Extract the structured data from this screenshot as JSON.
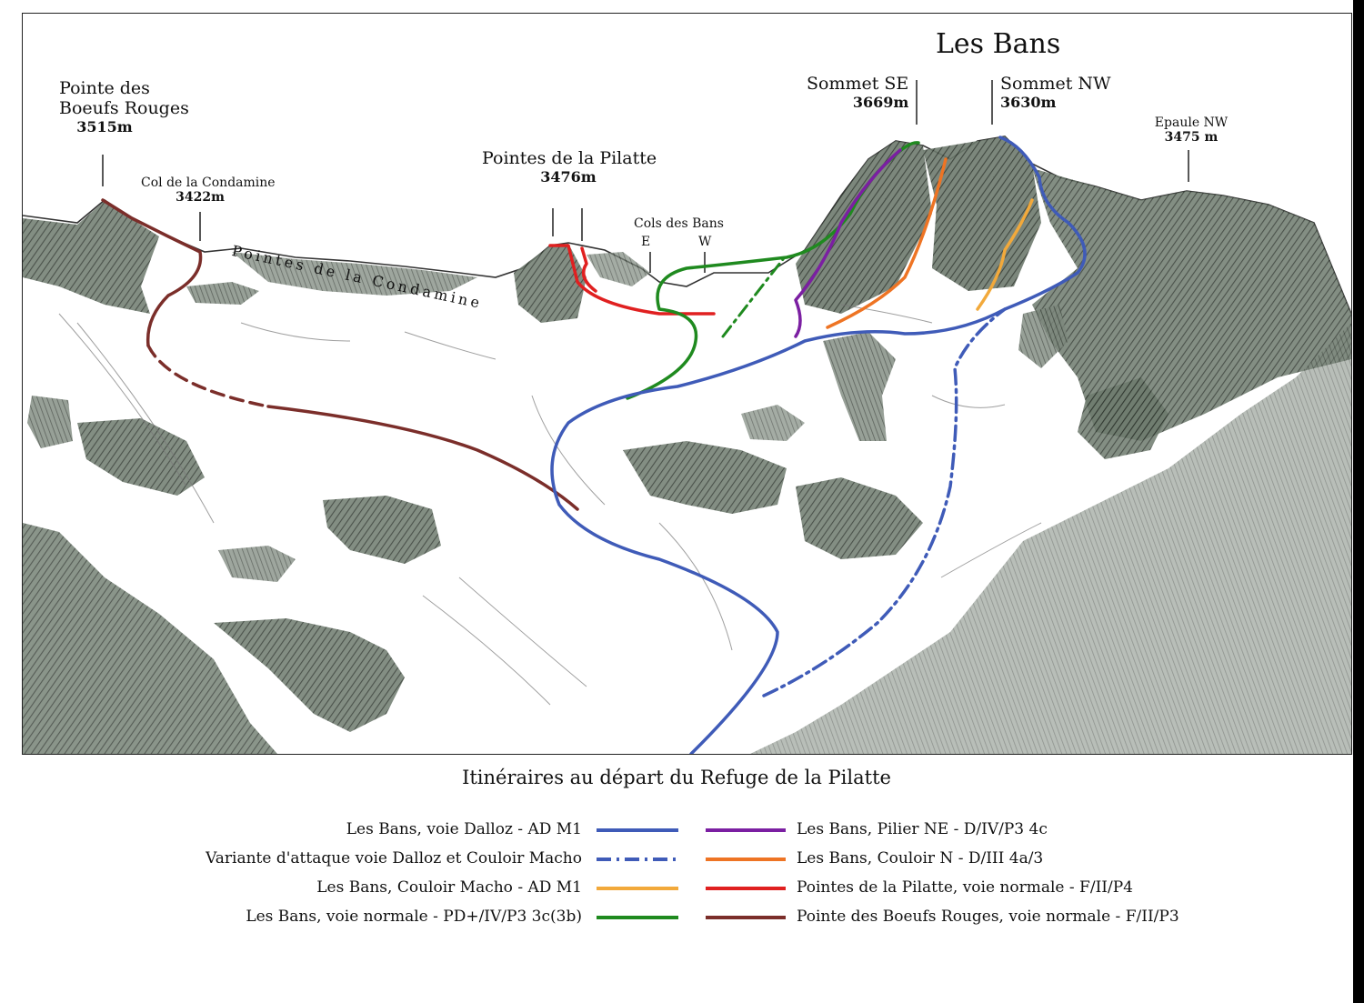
{
  "title": "Les Bans",
  "peaks": {
    "boeufs_rouges": {
      "name_line1": "Pointe des",
      "name_line2": "Boeufs Rouges",
      "alt": "3515m"
    },
    "col_condamine": {
      "name": "Col de la Condamine",
      "alt": "3422m"
    },
    "pointes_condamine": "Pointes de la Condamine",
    "pointes_pilatte": {
      "name": "Pointes de la Pilatte",
      "alt": "3476m"
    },
    "cols_bans": {
      "name": "Cols des Bans",
      "east": "E",
      "west": "W"
    },
    "sommet_se": {
      "name": "Sommet SE",
      "alt": "3669m"
    },
    "sommet_nw": {
      "name": "Sommet NW",
      "alt": "3630m"
    },
    "epaule_nw": {
      "name": "Epaule NW",
      "alt": "3475 m"
    }
  },
  "caption": "Itinéraires au départ du Refuge de la Pilatte",
  "legend": [
    {
      "label": "Les Bans, voie Dalloz - AD M1",
      "color": "#3f5bb8",
      "style": "solid"
    },
    {
      "label": "Variante d'attaque voie Dalloz et Couloir Macho",
      "color": "#3f5bb8",
      "style": "dashdot"
    },
    {
      "label": "Les Bans, Couloir Macho - AD M1",
      "color": "#f2a93b",
      "style": "solid"
    },
    {
      "label": "Les Bans, voie normale - PD+/IV/P3 3c(3b)",
      "color": "#1f8a1f",
      "style": "solid"
    },
    {
      "label": "Les Bans, Pilier NE - D/IV/P3 4c",
      "color": "#7b1fa2",
      "style": "solid"
    },
    {
      "label": "Les Bans, Couloir N - D/III 4a/3",
      "color": "#ee7424",
      "style": "solid"
    },
    {
      "label": "Pointes de la Pilatte, voie normale - F/II/P4",
      "color": "#e02020",
      "style": "solid"
    },
    {
      "label": "Pointe des Boeufs Rouges, voie normale - F/II/P3",
      "color": "#7b2e2a",
      "style": "solid"
    }
  ]
}
